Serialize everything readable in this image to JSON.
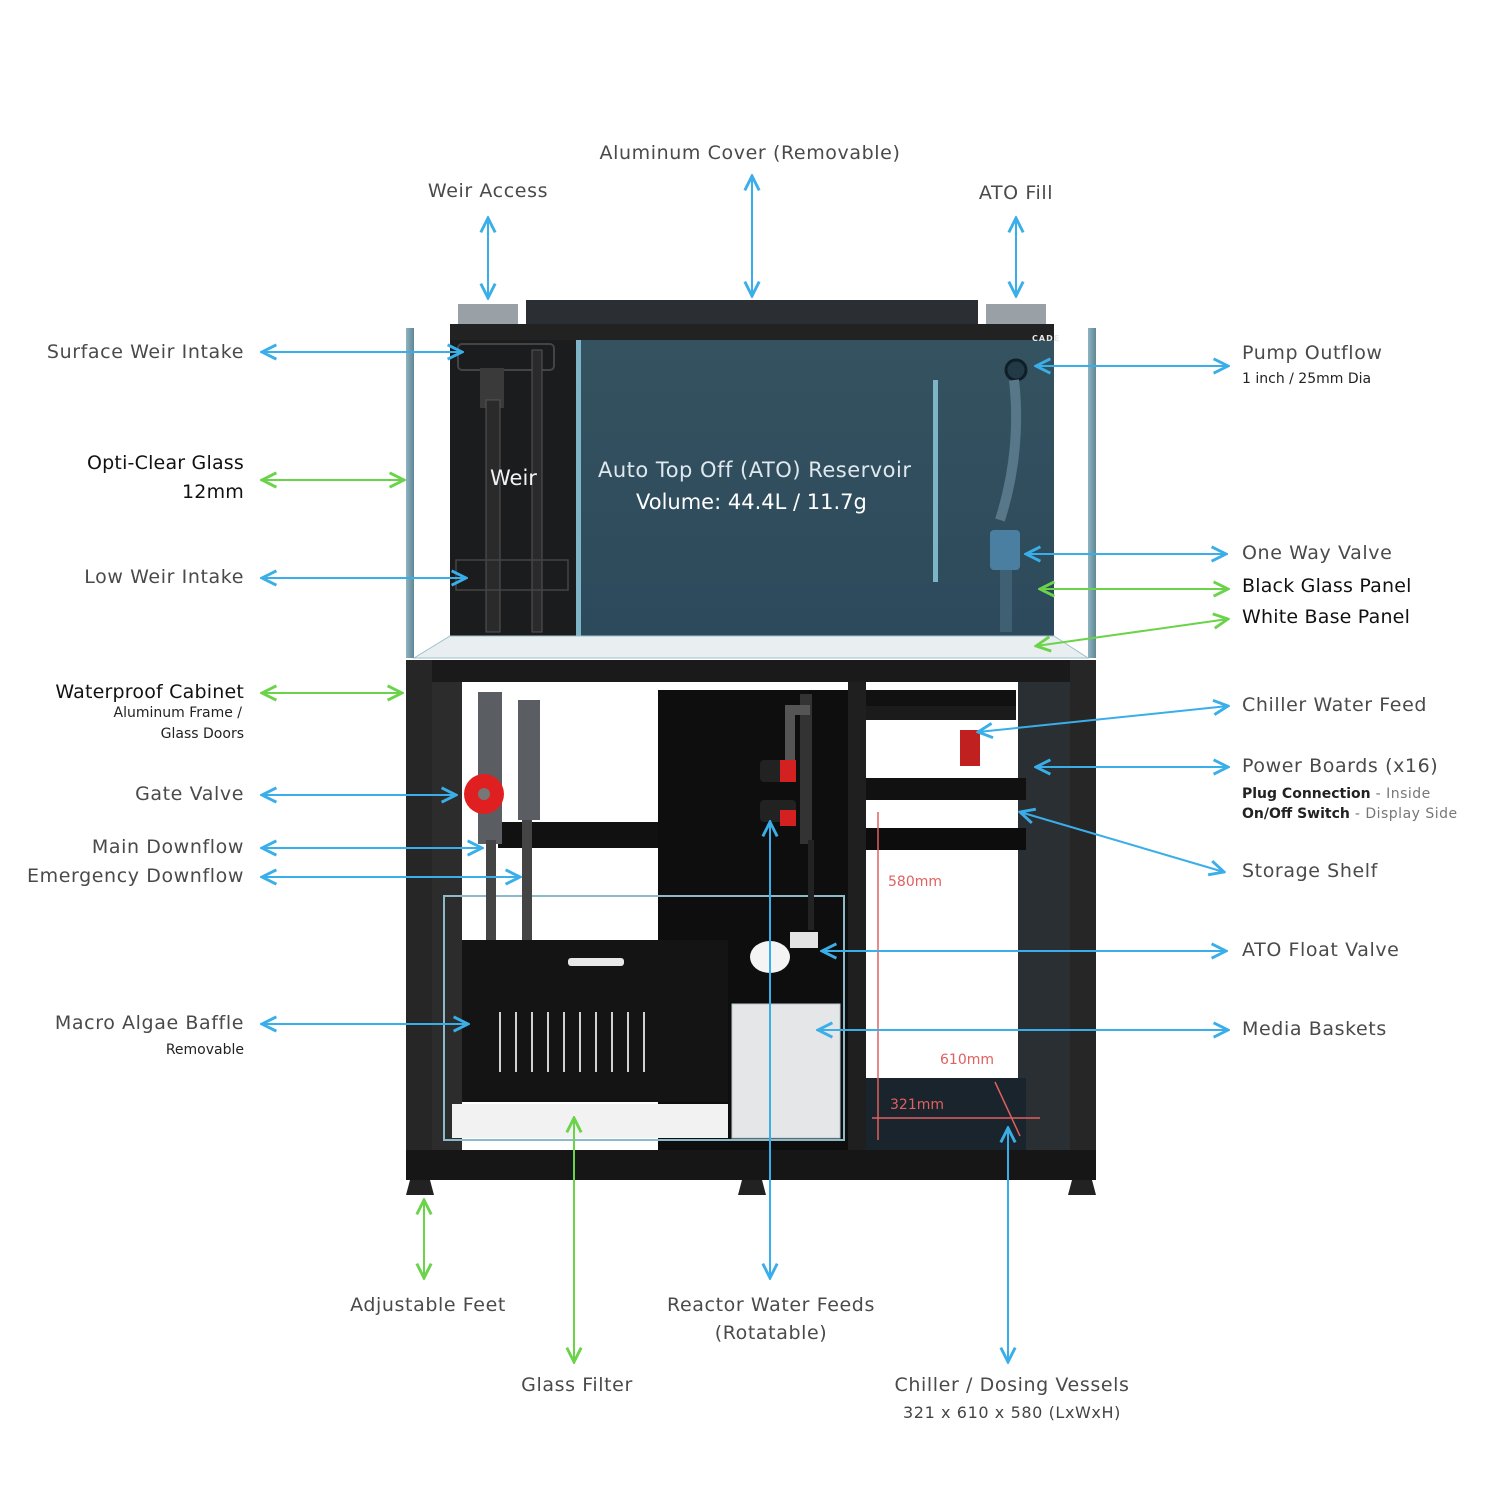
{
  "colors": {
    "blue_arrow": "#3aaee8",
    "green_arrow": "#6bd34a",
    "dimension_red": "#e06060",
    "reservoir_blue": "#2f4b5c",
    "frame_black": "#1a1a1a"
  },
  "top_labels": {
    "aluminum_cover": "Aluminum Cover (Removable)",
    "weir_access": "Weir Access",
    "ato_fill": "ATO Fill"
  },
  "left_labels": {
    "surface_weir_intake": "Surface Weir Intake",
    "opti_clear_glass": "Opti-Clear Glass",
    "opti_clear_glass_sub": "12mm",
    "low_weir_intake": "Low Weir Intake",
    "waterproof_cabinet": "Waterproof Cabinet",
    "waterproof_cabinet_sub1": "Aluminum Frame /",
    "waterproof_cabinet_sub2": "Glass Doors",
    "gate_valve": "Gate Valve",
    "main_downflow": "Main Downflow",
    "emergency_downflow": "Emergency Downflow",
    "macro_algae_baffle": "Macro Algae Baffle",
    "macro_algae_baffle_sub": "Removable"
  },
  "right_labels": {
    "pump_outflow": "Pump Outflow",
    "pump_outflow_sub": "1 inch / 25mm Dia",
    "one_way_valve": "One Way Valve",
    "black_glass_panel": "Black Glass Panel",
    "white_base_panel": "White Base Panel",
    "chiller_water_feed": "Chiller Water Feed",
    "power_boards": "Power Boards (x16)",
    "plug_connection_bold": "Plug Connection",
    "plug_connection_rest": " - Inside",
    "onoff_switch_bold": "On/Off Switch",
    "onoff_switch_rest": " - Display Side",
    "storage_shelf": "Storage Shelf",
    "ato_float_valve": "ATO Float Valve",
    "media_baskets": "Media Baskets"
  },
  "bottom_labels": {
    "adjustable_feet": "Adjustable Feet",
    "glass_filter": "Glass Filter",
    "reactor_water_feeds": "Reactor Water Feeds",
    "reactor_water_feeds_sub": "(Rotatable)",
    "chiller_dosing_vessels": "Chiller / Dosing Vessels",
    "chiller_dosing_vessels_sub": "321 x 610 x 580 (LxWxH)"
  },
  "tank_text": {
    "weir": "Weir",
    "reservoir_title": "Auto Top Off (ATO) Reservoir",
    "reservoir_volume": "Volume: 44.4L / 11.7g",
    "logo": "CADE"
  },
  "dimensions": {
    "height": "580mm",
    "width": "610mm",
    "length": "321mm"
  }
}
